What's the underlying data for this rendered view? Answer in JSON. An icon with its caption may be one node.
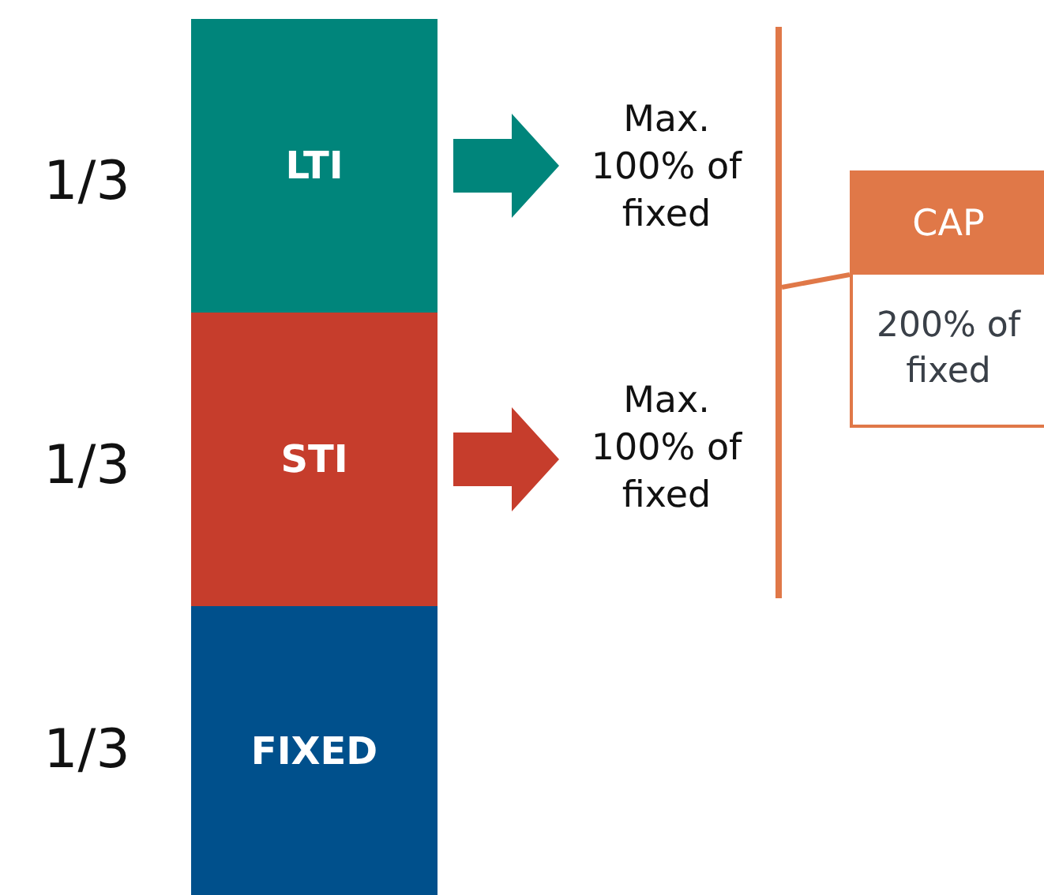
{
  "diagram": {
    "nodes": [
      {
        "text": [
          "LTI"
        ]
      },
      {
        "text": [
          "STI"
        ]
      },
      {
        "text": [
          "FIXED"
        ]
      },
      {
        "text": [
          "Max. 100% of fixed"
        ]
      },
      {
        "text": [
          "Max. 100% of fixed"
        ]
      },
      {
        "text": [
          "CAP",
          "200% of fixed"
        ]
      },
      {
        "text": [],
        "shape": "bar"
      }
    ],
    "edges": [
      {
        "from": 0,
        "to": 3,
        "arrow": "to",
        "style": "thick",
        "color": "#00857b"
      },
      {
        "from": 1,
        "to": 4,
        "arrow": "to",
        "style": "thick",
        "color": "#c63d2c"
      },
      {
        "from": 6,
        "to": 5,
        "arrow": "none",
        "color": "#e07848"
      }
    ],
    "labels": [
      "1/3",
      "1/3",
      "1/3"
    ]
  }
}
